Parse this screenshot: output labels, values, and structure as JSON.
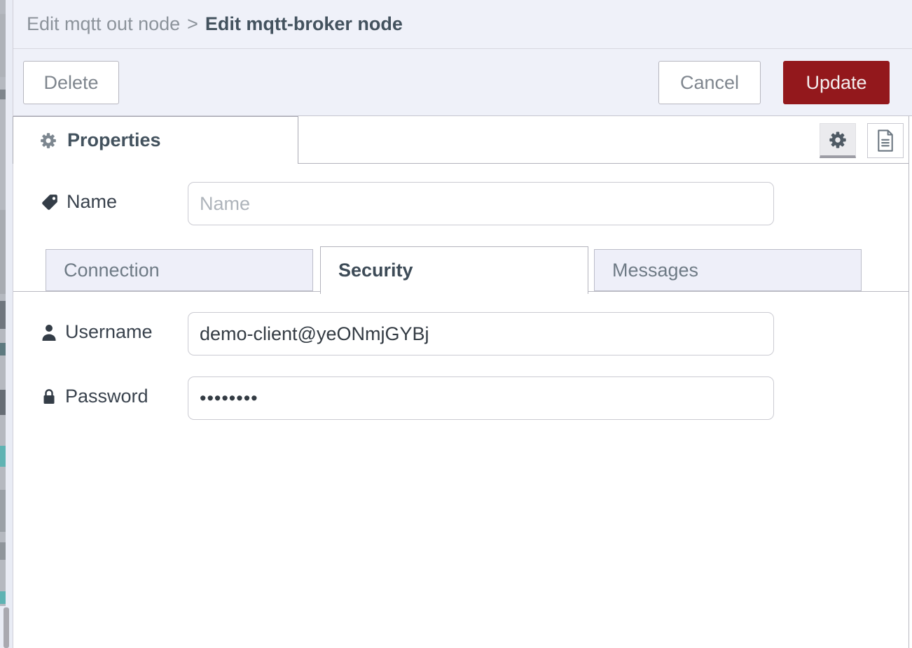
{
  "window": {
    "breadcrumb": {
      "parent": "Edit mqtt out node",
      "separator": ">",
      "current": "Edit mqtt-broker node"
    }
  },
  "toolbar": {
    "delete_label": "Delete",
    "cancel_label": "Cancel",
    "update_label": "Update"
  },
  "tabbar": {
    "properties_label": "Properties",
    "icons": [
      "cog-icon",
      "cog-icon",
      "file-icon"
    ]
  },
  "form": {
    "name": {
      "label": "Name",
      "placeholder": "Name",
      "value": "",
      "icon": "tag-icon"
    },
    "section_tabs": [
      {
        "label": "Connection",
        "active": false
      },
      {
        "label": "Security",
        "active": true
      },
      {
        "label": "Messages",
        "active": false
      }
    ],
    "username": {
      "label": "Username",
      "value": "demo-client@yeONmjGYBj",
      "icon": "user-icon"
    },
    "password": {
      "label": "Password",
      "value": "••••••••",
      "icon": "lock-icon"
    }
  },
  "colors": {
    "update_button": "#93181c",
    "tray_background": "#eff1f9",
    "active_text": "#43525e",
    "inactive_tab_background": "#eeeff9"
  }
}
